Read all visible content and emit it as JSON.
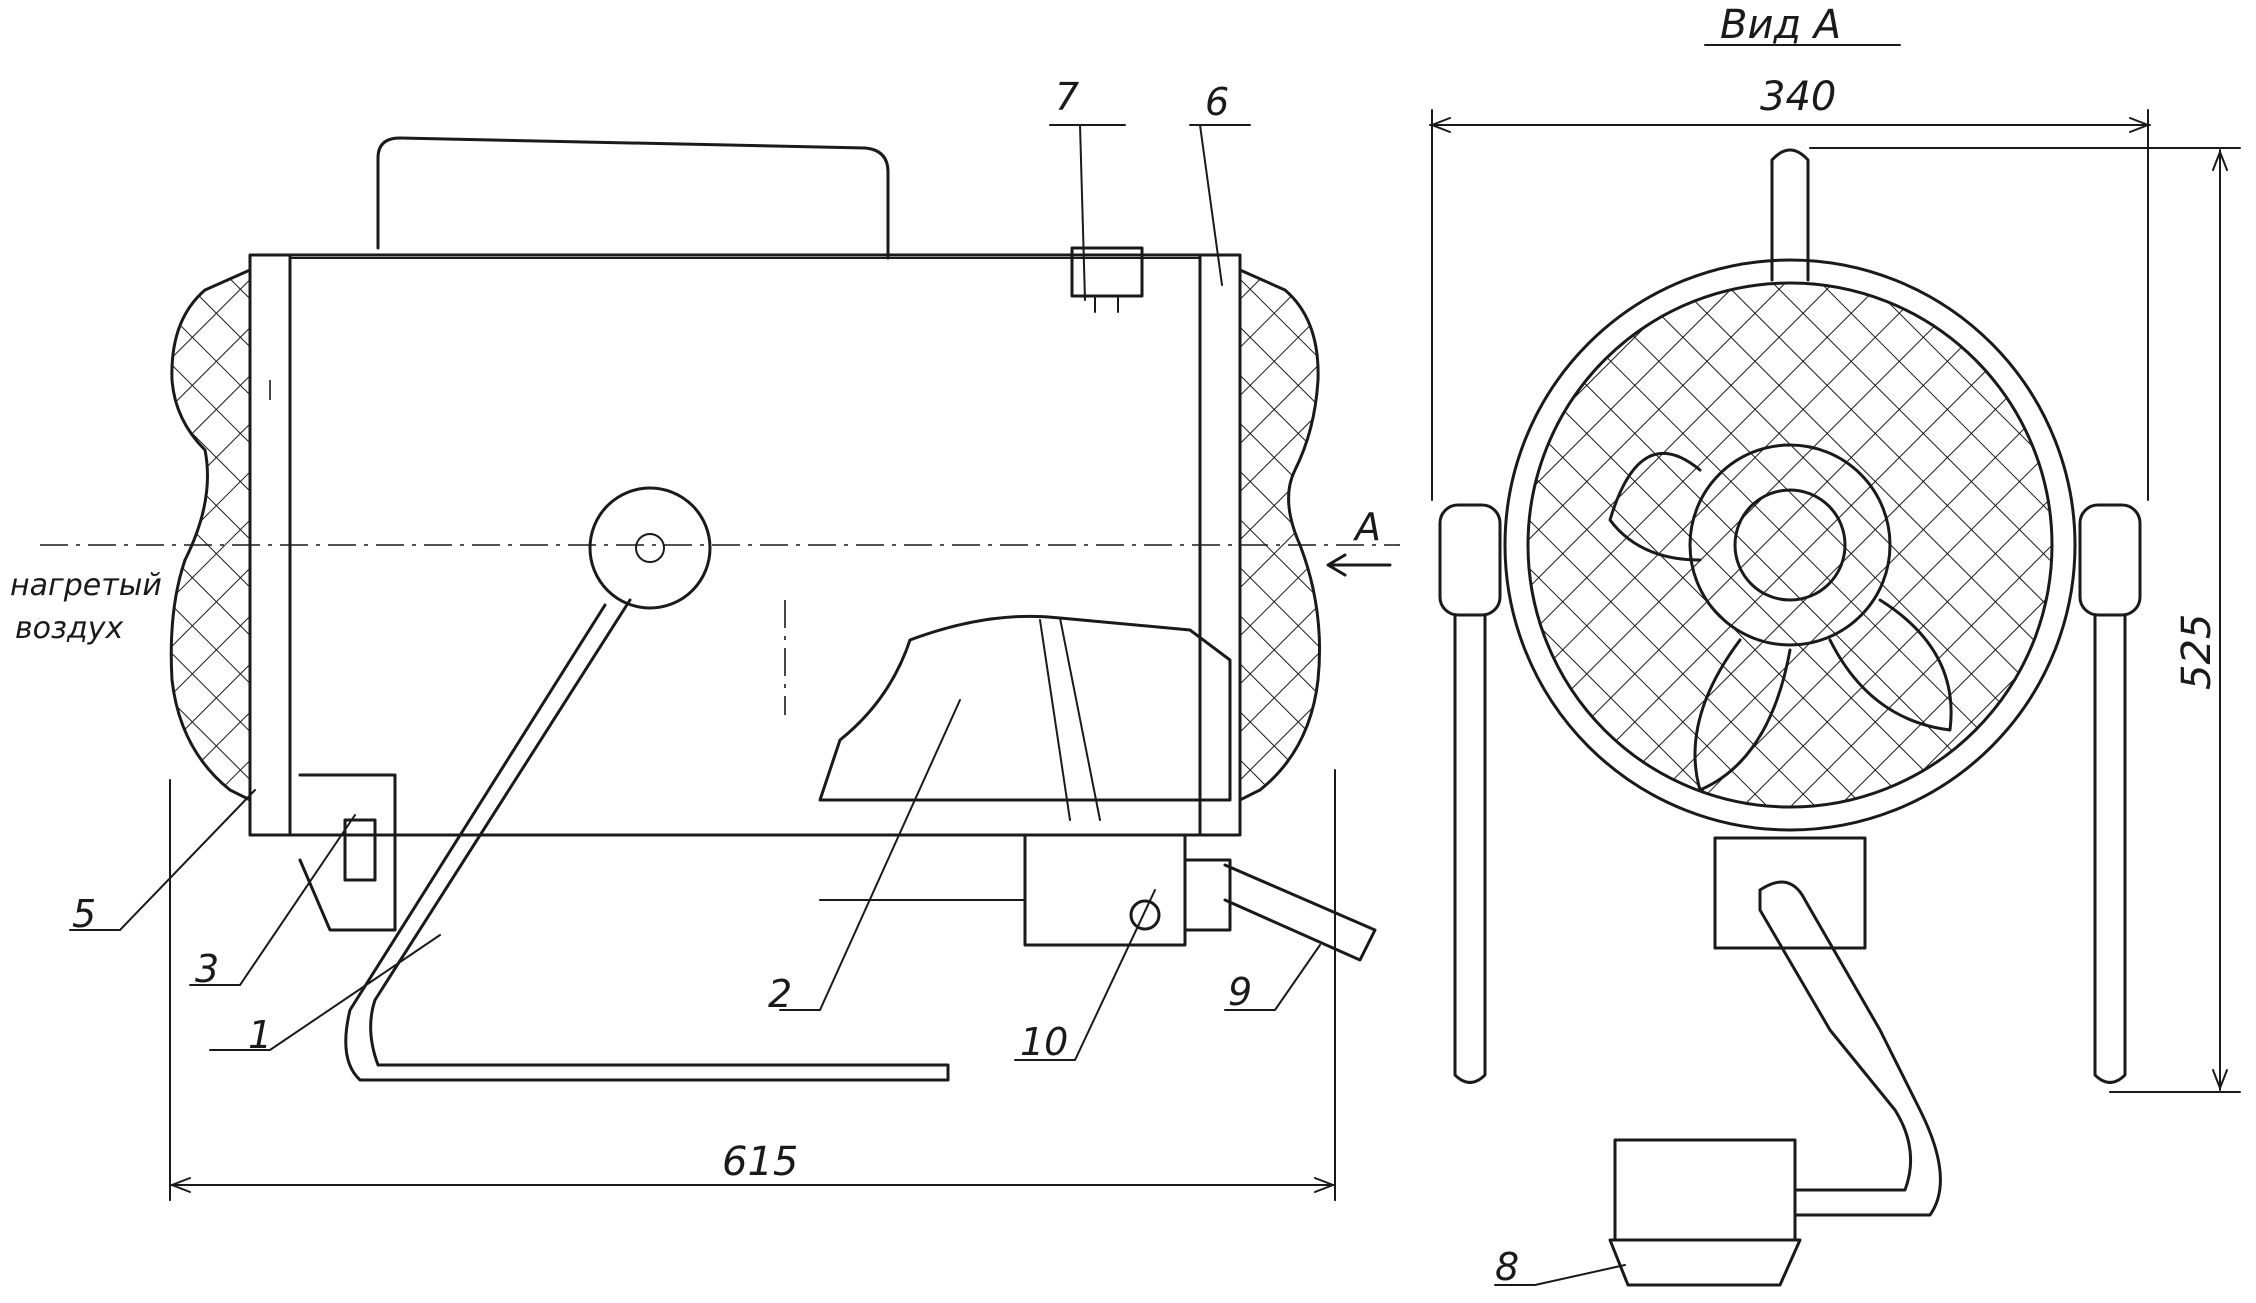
{
  "view_title": "Вид А",
  "section_mark": "А",
  "airflow_label": [
    "нагретый",
    "воздух"
  ],
  "dimensions": {
    "length": "615",
    "width": "340",
    "height": "525"
  },
  "callouts": [
    "1",
    "2",
    "3",
    "5",
    "6",
    "7",
    "8",
    "9",
    "10"
  ]
}
